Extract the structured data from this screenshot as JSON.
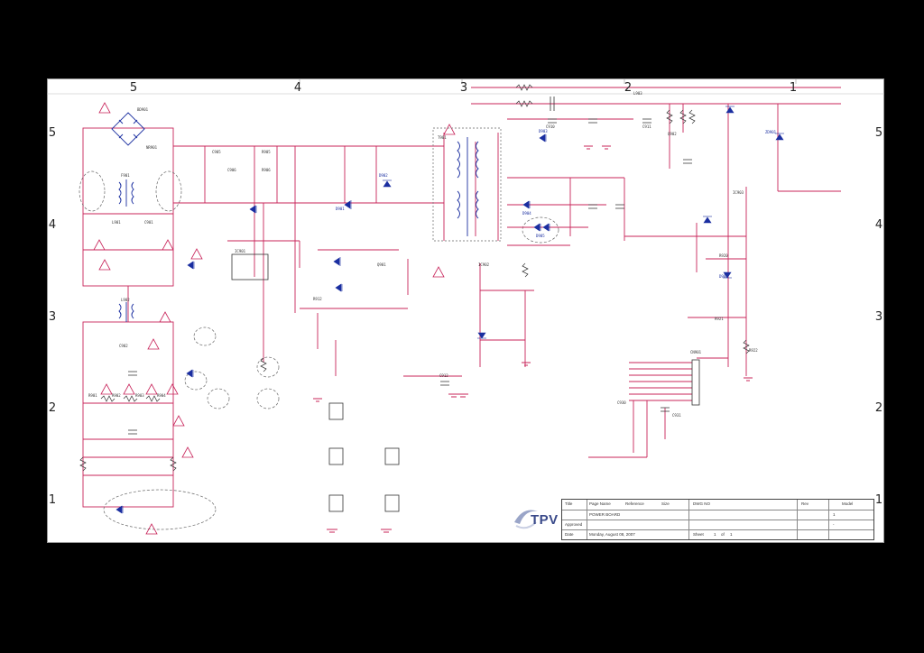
{
  "zones": {
    "columns": [
      "5",
      "4",
      "3",
      "2",
      "1"
    ],
    "rows": [
      "5",
      "4",
      "3",
      "2",
      "1"
    ]
  },
  "components": [
    {
      "id": "bridge",
      "text": "BD901"
    },
    {
      "id": "fuse",
      "text": "F901"
    },
    {
      "id": "lf1",
      "text": "L901"
    },
    {
      "id": "lf2",
      "text": "L902"
    },
    {
      "id": "nr1",
      "text": "NR901"
    },
    {
      "id": "c901",
      "text": "C901"
    },
    {
      "id": "c902",
      "text": "C902"
    },
    {
      "id": "r901",
      "text": "R901"
    },
    {
      "id": "r902",
      "text": "R902"
    },
    {
      "id": "r903",
      "text": "R903"
    },
    {
      "id": "r904",
      "text": "R904"
    },
    {
      "id": "c905",
      "text": "C905"
    },
    {
      "id": "c906",
      "text": "C906"
    },
    {
      "id": "r905",
      "text": "R905"
    },
    {
      "id": "r906",
      "text": "R906"
    },
    {
      "id": "d901",
      "text": "D901"
    },
    {
      "id": "d902",
      "text": "D902"
    },
    {
      "id": "ic901",
      "text": "IC901"
    },
    {
      "id": "q901",
      "text": "Q901"
    },
    {
      "id": "r912",
      "text": "R912"
    },
    {
      "id": "t901",
      "text": "T901"
    },
    {
      "id": "d903",
      "text": "D903"
    },
    {
      "id": "d904",
      "text": "D904"
    },
    {
      "id": "d905",
      "text": "D905"
    },
    {
      "id": "c910",
      "text": "C910"
    },
    {
      "id": "c911",
      "text": "C911"
    },
    {
      "id": "c912",
      "text": "C912"
    },
    {
      "id": "ic902",
      "text": "IC902"
    },
    {
      "id": "ic903",
      "text": "IC903"
    },
    {
      "id": "q902",
      "text": "Q902"
    },
    {
      "id": "zd901",
      "text": "ZD901"
    },
    {
      "id": "r920",
      "text": "R920"
    },
    {
      "id": "r921",
      "text": "R921"
    },
    {
      "id": "r922",
      "text": "R922"
    },
    {
      "id": "cn901",
      "text": "CN901"
    },
    {
      "id": "c930",
      "text": "C930"
    },
    {
      "id": "c931",
      "text": "C931"
    },
    {
      "id": "l903",
      "text": "L903"
    },
    {
      "id": "d906",
      "text": "D906"
    }
  ],
  "title_block": {
    "logo": "TPV",
    "row1": [
      "Title",
      "Page Name",
      "Reference",
      "Size",
      "DWG NO",
      "Rev",
      "Model"
    ],
    "row2": [
      "",
      "POWER BOARD",
      "",
      "",
      "",
      "",
      "1"
    ],
    "row3": [
      "Approved",
      "",
      "",
      "",
      "",
      "",
      "-"
    ],
    "row4": [
      "Date",
      "Monday, August 08, 2007",
      "Sheet",
      "1",
      "of",
      "1",
      ""
    ]
  }
}
